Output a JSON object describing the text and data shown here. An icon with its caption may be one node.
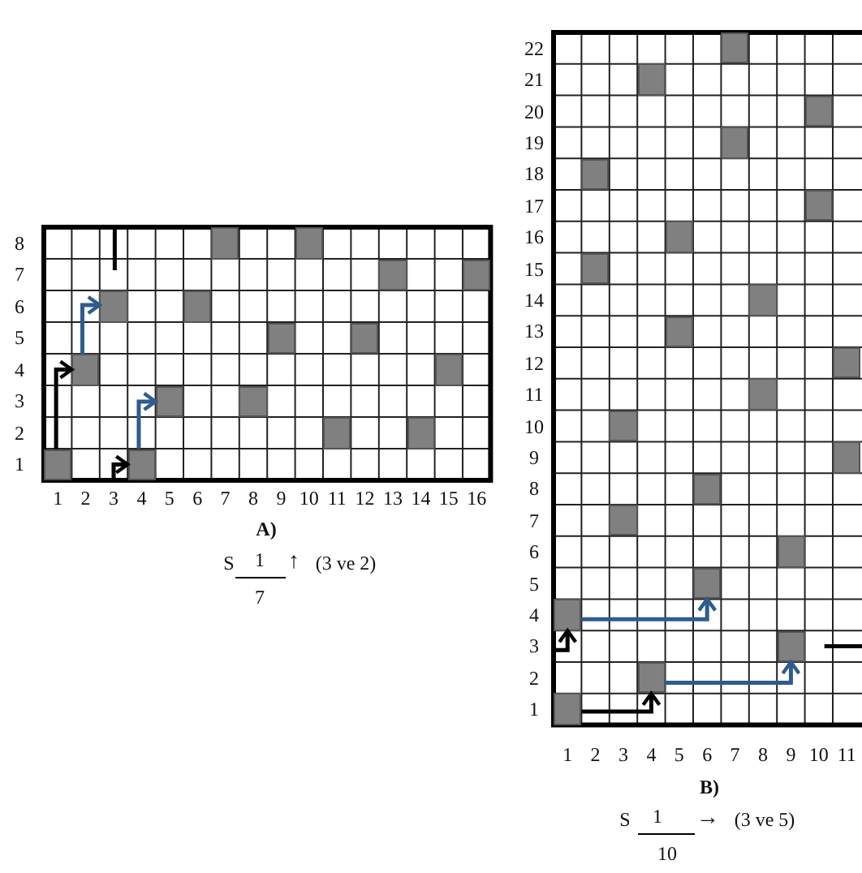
{
  "diagram": {
    "nodes": [
      {
        "text": [],
        "shape": "box"
      },
      {
        "text": [],
        "shape": "box"
      },
      {
        "text": [],
        "shape": "box"
      },
      {
        "text": [],
        "shape": "box"
      },
      {
        "text": [],
        "shape": "box"
      },
      {
        "text": [],
        "shape": "box"
      },
      {
        "text": [],
        "shape": "box"
      },
      {
        "text": [],
        "shape": "box"
      },
      {
        "text": [],
        "shape": "box"
      },
      {
        "text": [],
        "shape": "box"
      },
      {
        "text": [],
        "shape": "box"
      },
      {
        "text": [],
        "shape": "box"
      },
      {
        "text": [],
        "shape": "box"
      },
      {
        "text": [],
        "shape": "box"
      },
      {
        "text": [],
        "shape": "box"
      },
      {
        "text": [],
        "shape": "box"
      },
      {
        "text": [],
        "shape": "box"
      },
      {
        "text": [],
        "shape": "box"
      },
      {
        "text": [],
        "shape": "box"
      },
      {
        "text": [],
        "shape": "box"
      },
      {
        "text": [],
        "shape": "box"
      },
      {
        "text": [],
        "shape": "box"
      },
      {
        "text": [],
        "shape": "box"
      },
      {
        "text": [],
        "shape": "box"
      },
      {
        "text": [],
        "shape": "box"
      },
      {
        "text": [],
        "shape": "box"
      },
      {
        "text": [],
        "shape": "box"
      },
      {
        "text": [],
        "shape": "box"
      },
      {
        "text": [],
        "shape": "box"
      },
      {
        "text": [],
        "shape": "box"
      },
      {
        "text": [],
        "shape": "box"
      },
      {
        "text": [],
        "shape": "box"
      },
      {
        "text": [],
        "shape": "box"
      },
      {
        "text": [],
        "shape": "box"
      },
      {
        "text": [],
        "shape": "box"
      },
      {
        "text": [],
        "shape": "box"
      },
      {
        "text": [],
        "shape": "box"
      },
      {
        "text": [],
        "shape": "box"
      }
    ],
    "edges": [
      {
        "from": 8,
        "to": 4,
        "arrow": "to",
        "color": "#2f5b8f"
      },
      {
        "from": 14,
        "to": 8,
        "arrow": "to",
        "color": "#000000"
      },
      {
        "from": 15,
        "to": 10,
        "arrow": "to",
        "color": "#2f5b8f"
      },
      {
        "from": null,
        "to": 15,
        "arrow": "to",
        "color": "#000000"
      },
      {
        "from": 34,
        "to": 33,
        "arrow": "to",
        "color": "#2f5b8f"
      },
      {
        "from": null,
        "to": 34,
        "arrow": "to",
        "color": "#000000"
      },
      {
        "from": 36,
        "to": 35,
        "arrow": "to",
        "color": "#2f5b8f"
      },
      {
        "from": 37,
        "to": 36,
        "arrow": "to",
        "color": "#000000"
      }
    ],
    "labels": [
      "8",
      "7",
      "6",
      "5",
      "4",
      "3",
      "2",
      "1",
      "1",
      "2",
      "3",
      "4",
      "5",
      "6",
      "7",
      "8",
      "9",
      "10",
      "11",
      "12",
      "13",
      "14",
      "15",
      "16",
      "A)",
      "S",
      "1",
      "↑",
      "(3 ve 2)",
      "7",
      "22",
      "21",
      "20",
      "19",
      "18",
      "17",
      "16",
      "15",
      "14",
      "13",
      "12",
      "11",
      "10",
      "9",
      "8",
      "7",
      "6",
      "5",
      "4",
      "3",
      "2",
      "1",
      "1",
      "2",
      "3",
      "4",
      "5",
      "6",
      "7",
      "8",
      "9",
      "10",
      "11",
      "B)",
      "S",
      "1",
      "→",
      "(3 ve 5)",
      "10"
    ]
  }
}
